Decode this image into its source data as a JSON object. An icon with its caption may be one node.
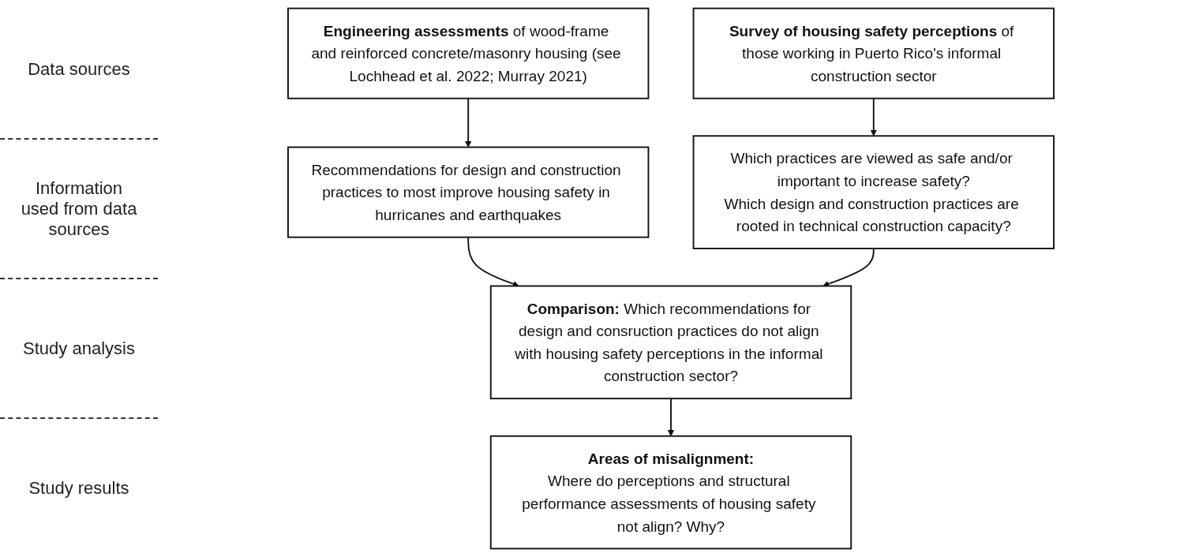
{
  "diagram": {
    "nodes": [
      {
        "text": [
          "**Engineering assessments** of wood-frame and reinforced concrete/masonry housing (see Lochhead et al. 2022; Murray 2021)"
        ]
      },
      {
        "text": [
          "**Survey of housing safety perceptions** of those working in Puerto Rico's informal construction sector"
        ]
      },
      {
        "text": [
          "Recommendations for design and construction practices to most improve housing safety in hurricanes and earthquakes"
        ]
      },
      {
        "text": [
          "Which practices are viewed as safe and/or important to increase safety?",
          "Which design and construction practices are rooted in technical construction capacity?"
        ]
      },
      {
        "text": [
          "**Comparison:** Which recommendations for design and consruction practices do not align with housing safety perceptions in the informal construction sector?"
        ]
      },
      {
        "text": [
          "Areas of misalignment:",
          "Where do perceptions and structural performance assessments of housing safety not align? Why?"
        ]
      }
    ],
    "edges": [
      {
        "from": 0,
        "to": 2,
        "arrow": "to"
      },
      {
        "from": 1,
        "to": 3,
        "arrow": "to"
      },
      {
        "from": 2,
        "to": 4,
        "arrow": "to"
      },
      {
        "from": 3,
        "to": 4,
        "arrow": "to"
      },
      {
        "from": 4,
        "to": 5,
        "arrow": "to"
      }
    ],
    "labels": [
      "Data sources",
      "Information used from data sources",
      "Study analysis",
      "Study results"
    ]
  }
}
